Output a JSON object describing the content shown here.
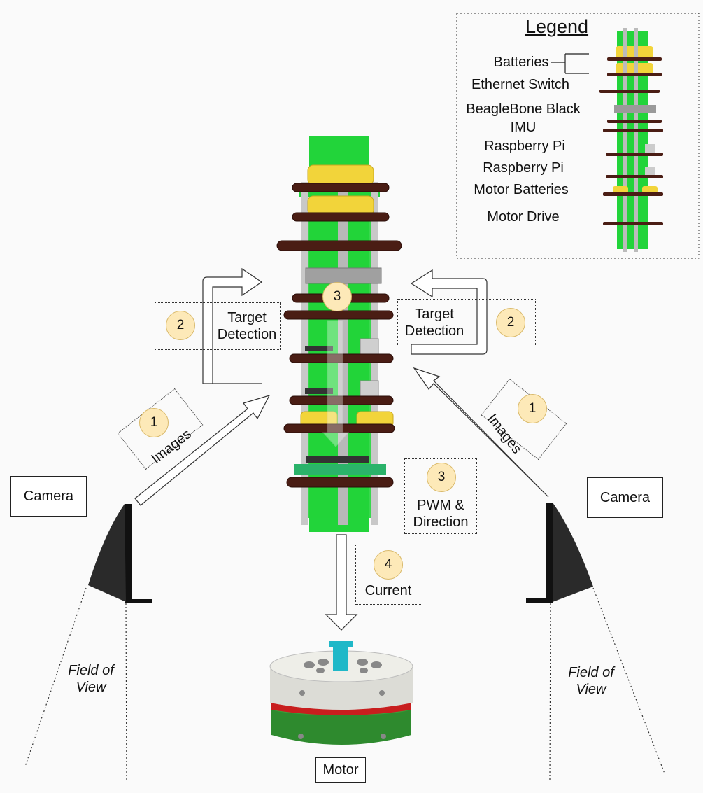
{
  "legend": {
    "title": "Legend",
    "items": [
      "Batteries",
      "Ethernet Switch",
      "BeagleBone Black",
      "IMU",
      "Raspberry Pi",
      "Raspberry Pi",
      "Motor Batteries",
      "Motor Drive"
    ]
  },
  "labels": {
    "target_detection_left": "Target\nDetection",
    "target_detection_right": "Target\nDetection",
    "images_left": "Images",
    "images_right": "Images",
    "pwm_direction": "PWM &\nDirection",
    "current": "Current",
    "camera_left": "Camera",
    "camera_right": "Camera",
    "motor": "Motor",
    "fov_left": "Field of\nView",
    "fov_right": "Field of\nView"
  },
  "badges": {
    "images_left": "1",
    "images_right": "1",
    "detection_left": "2",
    "detection_right": "2",
    "stack": "3",
    "pwm": "3",
    "current": "4"
  },
  "colors": {
    "board_green": "#22d43a",
    "disk_brown": "#4a1d14",
    "battery_yellow": "#f2d43a",
    "badge_fill": "#fde9b8",
    "motor_teal": "#1fb8c8",
    "motor_green": "#2e8a2e",
    "motor_red": "#c81e1e"
  }
}
